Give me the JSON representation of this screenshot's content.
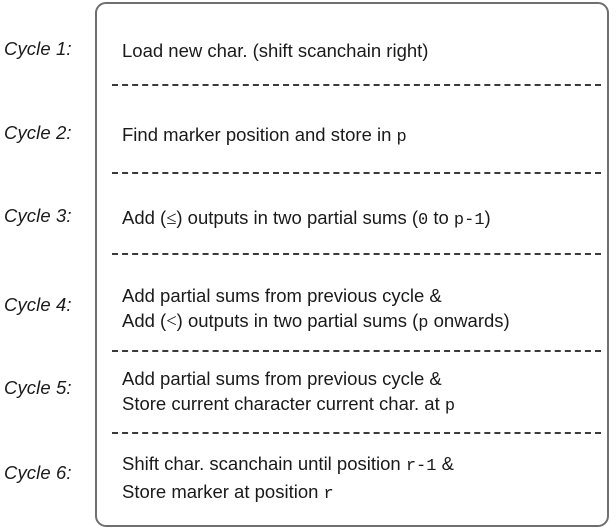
{
  "figure": {
    "type": "cycle-timing-table",
    "box": {
      "border_color": "#6f6f6f",
      "background": "#ffffff",
      "separator_color": "#3a3a3a"
    },
    "rows": [
      {
        "label": "Cycle 1:",
        "lines": [
          [
            {
              "t": "text",
              "v": "Load new char. (shift scanchain right)"
            }
          ]
        ]
      },
      {
        "label": "Cycle 2:",
        "lines": [
          [
            {
              "t": "text",
              "v": "Find marker position and store in "
            },
            {
              "t": "mono",
              "v": "p"
            }
          ]
        ]
      },
      {
        "label": "Cycle 3:",
        "lines": [
          [
            {
              "t": "text",
              "v": "Add ("
            },
            {
              "t": "op",
              "v": "≤"
            },
            {
              "t": "text",
              "v": ") outputs in two partial sums ("
            },
            {
              "t": "mono",
              "v": "0"
            },
            {
              "t": "text",
              "v": " to "
            },
            {
              "t": "mono",
              "v": "p-1"
            },
            {
              "t": "text",
              "v": ")"
            }
          ]
        ]
      },
      {
        "label": "Cycle 4:",
        "lines": [
          [
            {
              "t": "text",
              "v": "Add partial sums from previous cycle &"
            }
          ],
          [
            {
              "t": "text",
              "v": "Add ("
            },
            {
              "t": "op",
              "v": "<"
            },
            {
              "t": "text",
              "v": ") outputs in two partial sums ("
            },
            {
              "t": "mono",
              "v": "p"
            },
            {
              "t": "text",
              "v": " onwards)"
            }
          ]
        ]
      },
      {
        "label": "Cycle 5:",
        "lines": [
          [
            {
              "t": "text",
              "v": "Add partial sums from previous cycle &"
            }
          ],
          [
            {
              "t": "text",
              "v": "Store current character current char. at "
            },
            {
              "t": "mono",
              "v": "p"
            }
          ]
        ]
      },
      {
        "label": "Cycle 6:",
        "lines": [
          [
            {
              "t": "text",
              "v": "Shift char. scanchain until position "
            },
            {
              "t": "mono",
              "v": "r-1"
            },
            {
              "t": "text",
              "v": " &"
            }
          ],
          [
            {
              "t": "text",
              "v": "Store marker at position "
            },
            {
              "t": "mono",
              "v": "r"
            }
          ]
        ]
      }
    ],
    "layout": {
      "label_tops": [
        40,
        124,
        207,
        296,
        379,
        464
      ],
      "text_tops": [
        38,
        122,
        205,
        283,
        366,
        451
      ],
      "separator_tops": [
        84,
        172,
        253,
        350,
        432
      ]
    }
  }
}
